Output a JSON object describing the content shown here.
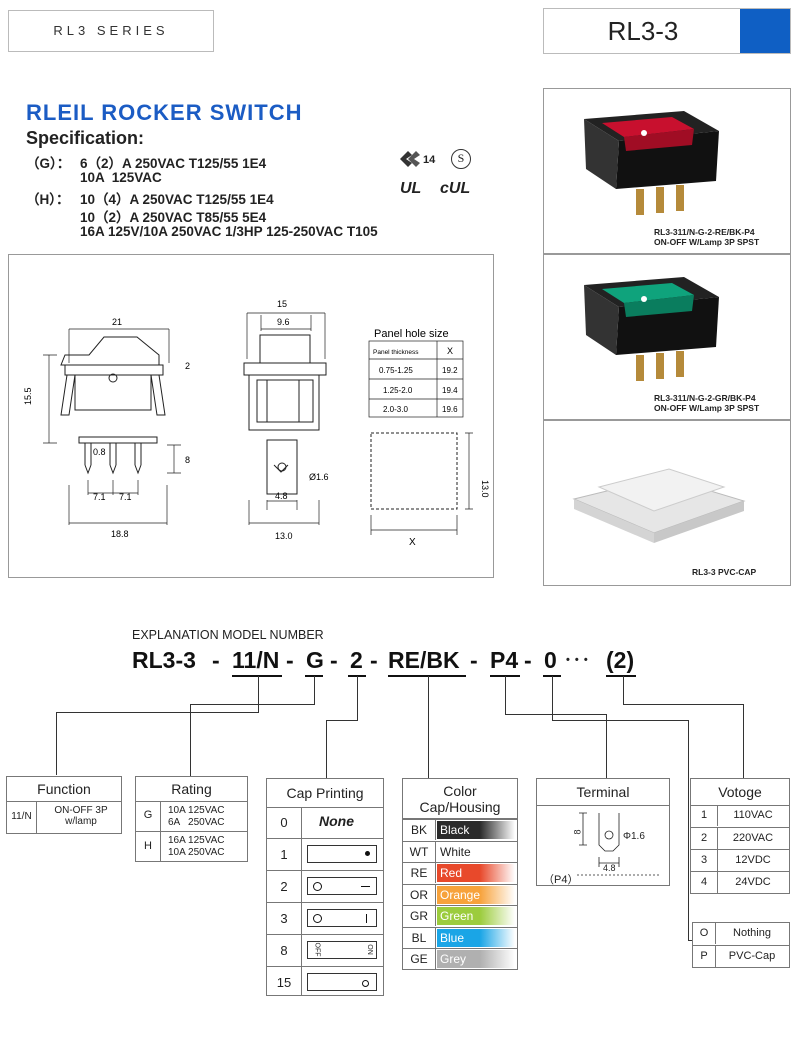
{
  "header": {
    "series": "RL3 SERIES",
    "code": "RL3-3",
    "accent": "#0f5fc4"
  },
  "title": "RLEIL ROCKER SWITCH",
  "spec_heading": "Specification:",
  "spec_lines": {
    "g_prefix": "（G）：",
    "g1": "6（2）A 250VAC T125/55 1E4",
    "g2": "10A  125VAC",
    "h_prefix": "（H）：",
    "h1": "10（4）A 250VAC T125/55 1E4",
    "h2": "10（2）A 250VAC T85/55 5E4",
    "h3": "16A 125V/10A 250VAC 1/3HP 125-250VAC T105"
  },
  "certs": {
    "ce": "14",
    "s": "S",
    "ul": "UL",
    "cul": "cUL"
  },
  "drawing": {
    "front": {
      "w21": "21",
      "h15_5": "15.5",
      "h2": "2",
      "h8": "8",
      "p0_8": "0.8",
      "p7_1a": "7.1",
      "p7_1b": "7.1",
      "w18_8": "18.8"
    },
    "side": {
      "w15": "15",
      "w9_6": "9.6",
      "d1_6": "Ø1.6",
      "w4_8": "4.8",
      "w13": "13.0"
    },
    "panel_title": "Panel hole size",
    "panel_headers": [
      "Panel thickness",
      "X"
    ],
    "panel_rows": [
      [
        "0.75-1.25",
        "19.2"
      ],
      [
        "1.25-2.0",
        "19.4"
      ],
      [
        "2.0-3.0",
        "19.6"
      ]
    ],
    "hole_h": "13.0",
    "hole_x": "X"
  },
  "photos": [
    {
      "caption1": "RL3-311/N-G-2-RE/BK-P4",
      "caption2": "ON-OFF W/Lamp 3P SPST",
      "color": "#c8102e"
    },
    {
      "caption1": "RL3-311/N-G-2-GR/BK-P4",
      "caption2": "ON-OFF W/Lamp 3P SPST",
      "color": "#0fa37c"
    },
    {
      "caption1": "RL3-3  PVC-CAP",
      "caption2": ""
    }
  ],
  "explanation": {
    "heading": "EXPLANATION MODEL NUMBER",
    "parts": [
      "RL3-3",
      "-",
      "11/N",
      "-",
      "G",
      "-",
      "2",
      "-",
      "RE/BK",
      "-",
      "P4",
      "-",
      "0",
      "• • •",
      "(2)"
    ]
  },
  "function_table": {
    "title": "Function",
    "code": "11/N",
    "desc": "ON-OFF 3P w/lamp"
  },
  "rating_table": {
    "title": "Rating",
    "rows": [
      {
        "code": "G",
        "l1": "10A 125VAC",
        "l2": "6A   250VAC"
      },
      {
        "code": "H",
        "l1": "16A 125VAC",
        "l2": "10A 250VAC"
      }
    ]
  },
  "cap_table": {
    "title": "Cap Printing",
    "rows": [
      "0",
      "1",
      "2",
      "3",
      "8",
      "15"
    ],
    "none": "None",
    "off": "OFF",
    "on": "ON"
  },
  "color_table": {
    "title1": "Color",
    "title2": "Cap/Housing",
    "rows": [
      {
        "code": "BK",
        "name": "Black",
        "bg": "#2b2b2b"
      },
      {
        "code": "WT",
        "name": "White",
        "bg": "#ffffff"
      },
      {
        "code": "RE",
        "name": "Red",
        "bg": "#e8492b"
      },
      {
        "code": "OR",
        "name": "Orange",
        "bg": "#f7a23b"
      },
      {
        "code": "GR",
        "name": "Green",
        "bg": "#9ccc3d"
      },
      {
        "code": "BL",
        "name": "Blue",
        "bg": "#1aa5e6"
      },
      {
        "code": "GE",
        "name": "Grey",
        "bg": "#b0b0b0"
      }
    ]
  },
  "terminal_table": {
    "title": "Terminal",
    "h8": "8",
    "d": "Φ1.6",
    "w": "4.8",
    "label": "（P4）"
  },
  "voltage_table": {
    "title": "Votoge",
    "rows": [
      [
        "1",
        "110VAC"
      ],
      [
        "2",
        "220VAC"
      ],
      [
        "3",
        "12VDC"
      ],
      [
        "4",
        "24VDC"
      ]
    ]
  },
  "cap_option_table": {
    "rows": [
      [
        "O",
        "Nothing"
      ],
      [
        "P",
        "PVC-Cap"
      ]
    ]
  }
}
